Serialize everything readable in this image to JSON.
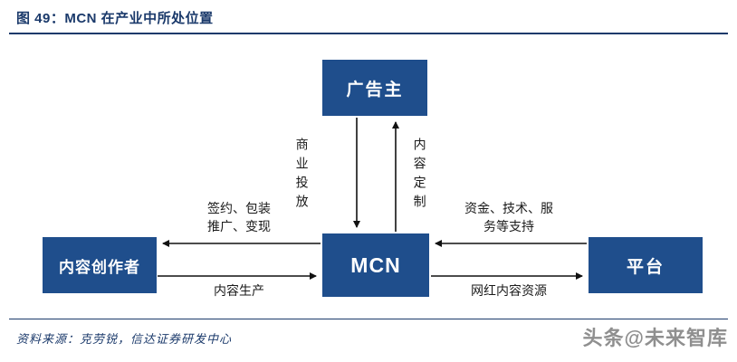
{
  "header": {
    "title": "图 49：MCN 在产业中所处位置"
  },
  "diagram": {
    "nodes": {
      "advertiser": "广告主",
      "mcn": "MCN",
      "creator": "内容创作者",
      "platform": "平台"
    },
    "edges": {
      "commercial_placement": "商业投放",
      "content_customization": "内容定制",
      "sign_package_monetize": "签约、包装\n推广、变现",
      "content_production": "内容生产",
      "capital_tech_support": "资金、技术、服\n务等支持",
      "influencer_content_resources": "网红内容资源"
    },
    "colors": {
      "node_fill": "#1f4e8c",
      "node_text": "#ffffff",
      "arrow": "#111111",
      "accent": "#1b3a6b"
    }
  },
  "footer": {
    "source": "资料来源：克劳锐，信达证券研发中心",
    "watermark": "头条@未来智库"
  }
}
